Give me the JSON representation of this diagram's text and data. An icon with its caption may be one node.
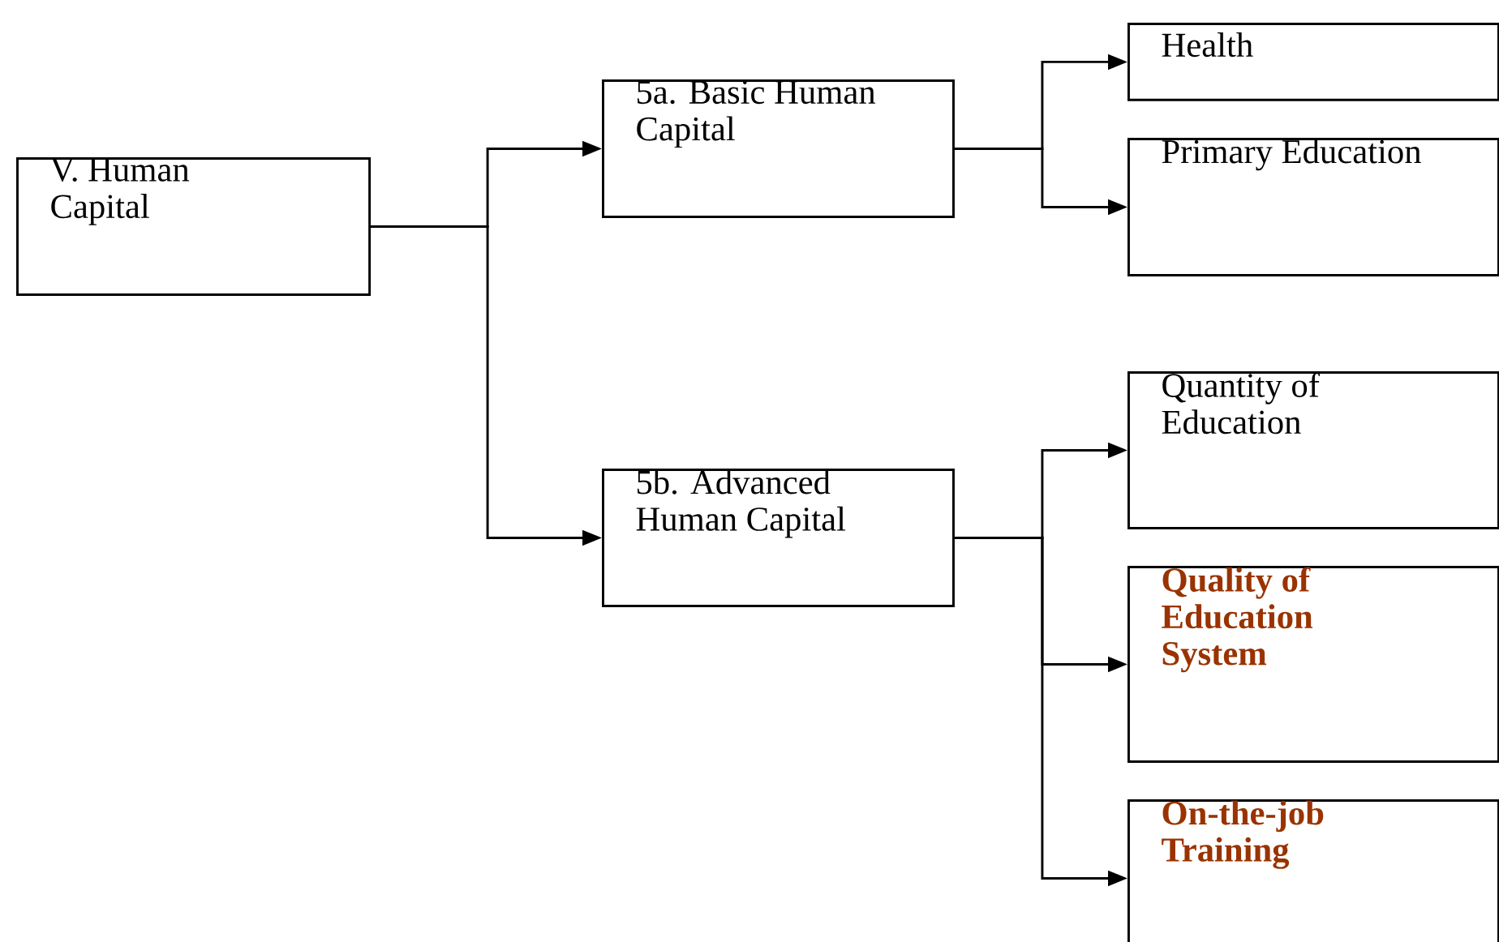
{
  "diagram": {
    "nodes": [
      {
        "text": [
          "V. Human Capital"
        ]
      },
      {
        "text": [
          "5a. Basic Human Capital"
        ]
      },
      {
        "text": [
          "5b. Advanced Human Capital"
        ]
      },
      {
        "text": [
          "Health"
        ]
      },
      {
        "text": [
          "Primary Education"
        ]
      },
      {
        "text": [
          "Quantity of Education"
        ]
      },
      {
        "text": [
          "Quality of Education System"
        ]
      },
      {
        "text": [
          "On-the-job Training"
        ]
      }
    ],
    "edges": [
      {
        "from": 0,
        "to": 1,
        "arrow": "to"
      },
      {
        "from": 0,
        "to": 2,
        "arrow": "to"
      },
      {
        "from": 1,
        "to": 3,
        "arrow": "to"
      },
      {
        "from": 1,
        "to": 4,
        "arrow": "to"
      },
      {
        "from": 2,
        "to": 5,
        "arrow": "to"
      },
      {
        "from": 2,
        "to": 6,
        "arrow": "to"
      },
      {
        "from": 2,
        "to": 7,
        "arrow": "to"
      }
    ]
  }
}
